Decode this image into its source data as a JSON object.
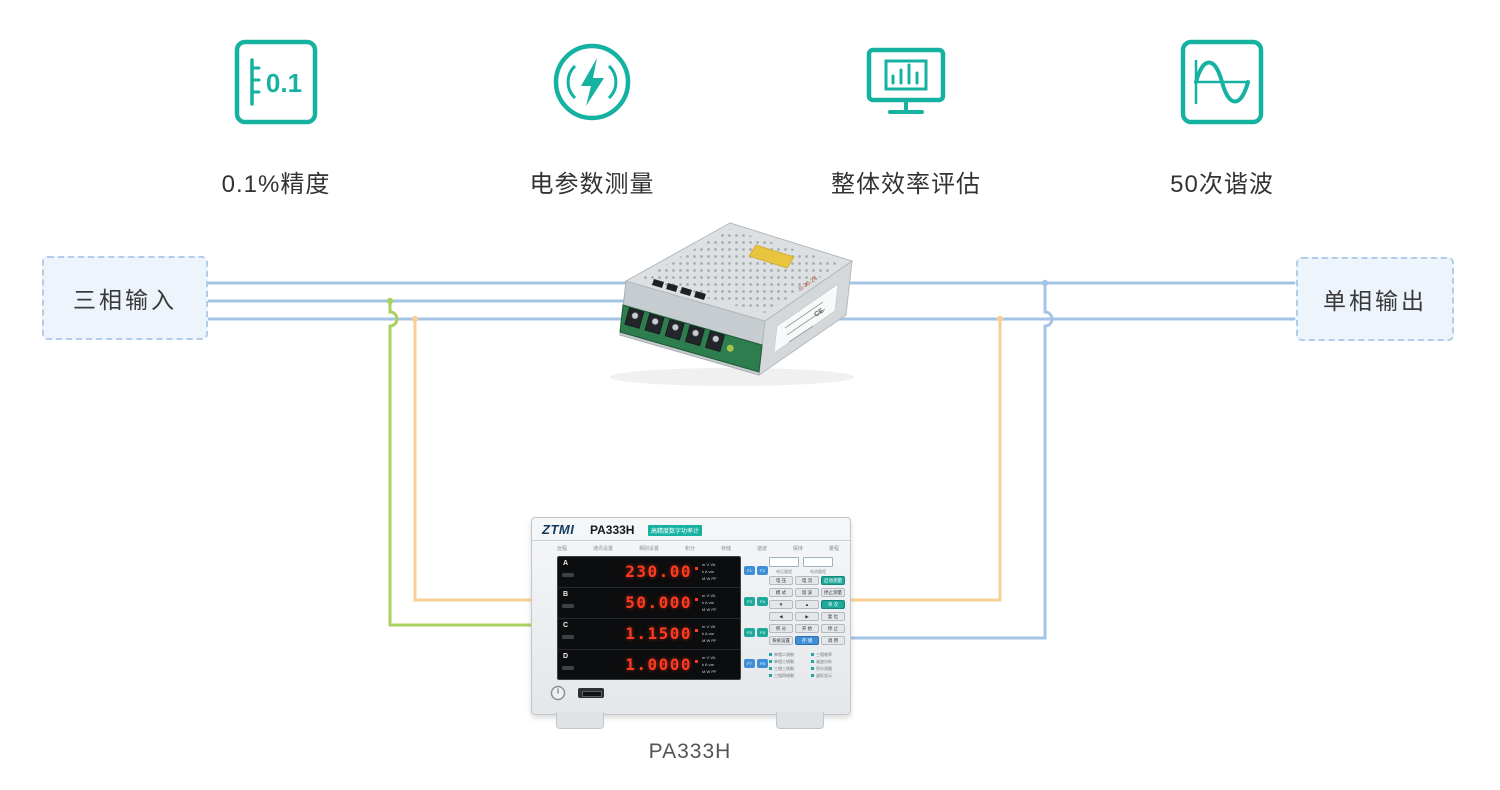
{
  "theme": {
    "accent_teal": "#15b2a1",
    "wire_blue": "#a4c4e6",
    "wire_green": "#a9d161",
    "wire_orange": "#f7cf97"
  },
  "features": {
    "items": [
      {
        "icon": "precision-badge-icon",
        "icon_text": "0.1",
        "label": "0.1%精度"
      },
      {
        "icon": "lightning-icon",
        "label": "电参数测量"
      },
      {
        "icon": "monitor-chart-icon",
        "label": "整体效率评估"
      },
      {
        "icon": "sine-wave-icon",
        "label": "50次谐波"
      }
    ]
  },
  "diagram": {
    "input_box_label": "三相输入",
    "output_box_label": "单相输出",
    "caption": "PA333H",
    "psu": {
      "side_label": "S-35-24",
      "ce_mark": "CE"
    }
  },
  "analyzer": {
    "brand": "ZTMI",
    "model": "PA333H",
    "subtitle": "高精度数字功率计",
    "top_labels": [
      "远程",
      "通讯设置",
      "相别设置",
      "积分",
      "存储",
      "谐波",
      "保持",
      "量程"
    ],
    "unit_lines": [
      "m V VA",
      "k A var",
      "M W PF"
    ],
    "channels": [
      {
        "id": "A",
        "value": "230.00"
      },
      {
        "id": "B",
        "value": "50.000"
      },
      {
        "id": "C",
        "value": "1.1500"
      },
      {
        "id": "D",
        "value": "1.0000"
      }
    ],
    "fkeys": [
      "F1",
      "F2",
      "F3",
      "F4",
      "F5",
      "F6",
      "F7",
      "F8"
    ],
    "range": {
      "window_labels": [
        "电压量程",
        "电流量程"
      ]
    },
    "buttons": [
      "电 压",
      "电 流",
      "启动测量",
      "模 式",
      "谐 波",
      "停止测量",
      "▼",
      "▲",
      "单 次",
      "◀",
      "▶",
      "复 位",
      "积 分",
      "开 始",
      "停 止",
      "系统设置",
      "存 储",
      "调 用"
    ],
    "modes_left": [
      "单相二线制",
      "单相三线制",
      "三相三线制",
      "三相四线制"
    ],
    "modes_right": [
      "三相效率",
      "谐波分析",
      "积分测量",
      "波形显示"
    ]
  }
}
